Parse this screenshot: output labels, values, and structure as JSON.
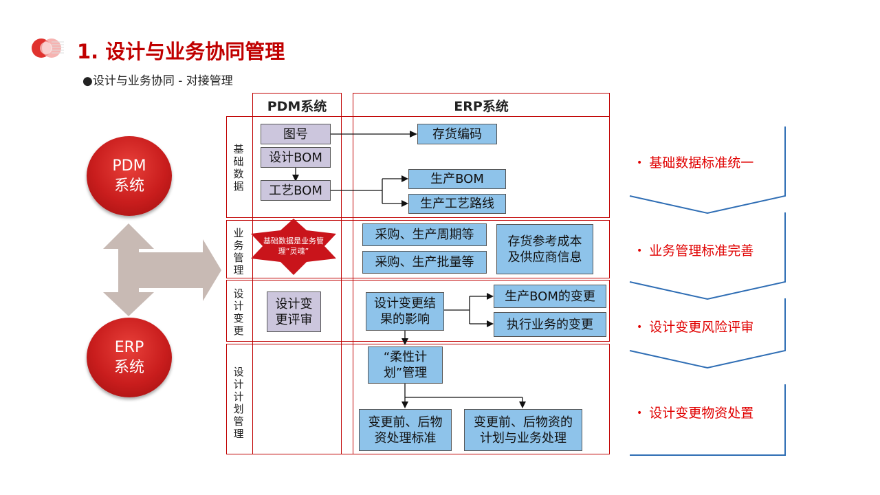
{
  "title": "1. 设计与业务协同管理",
  "subtitle": "●设计与业务协同 - 对接管理",
  "colors": {
    "accent": "#c00000",
    "grid_line": "#c00000",
    "gray_box": "#ccc6dd",
    "blue_box": "#8ec3ea",
    "chevron": "#2e6db4",
    "arrow_shape": "#c8bab4"
  },
  "left": {
    "pdm_circle": "PDM\n系统",
    "erp_circle": "ERP\n系统"
  },
  "columns": {
    "pdm": "PDM系统",
    "erp": "ERP系统"
  },
  "lanes": {
    "basic": "基础数据",
    "business": "业务管理",
    "change": "设计变更",
    "plan": "设计计划管理"
  },
  "boxes": {
    "drawing_no": "图号",
    "design_bom": "设计BOM",
    "process_bom": "工艺BOM",
    "inventory_code": "存货编码",
    "production_bom": "生产BOM",
    "production_route": "生产工艺路线",
    "starburst": "基础数据是业务管理“灵魂”",
    "purchase_cycle": "采购、生产周期等",
    "purchase_batch": "采购、生产批量等",
    "cost_supplier": "存货参考成本及供应商信息",
    "change_review": "设计变更评审",
    "change_impact": "设计变更结果的影响",
    "bom_change": "生产BOM的变更",
    "business_change": "执行业务的变更",
    "flexible_plan": "“柔性计划”管理",
    "disposal_standard": "变更前、后物资处理标准",
    "plan_business": "变更前、后物资的计划与业务处理"
  },
  "bullets": [
    "基础数据标准统一",
    "业务管理标准完善",
    "设计变更风险评审",
    "设计变更物资处置"
  ]
}
